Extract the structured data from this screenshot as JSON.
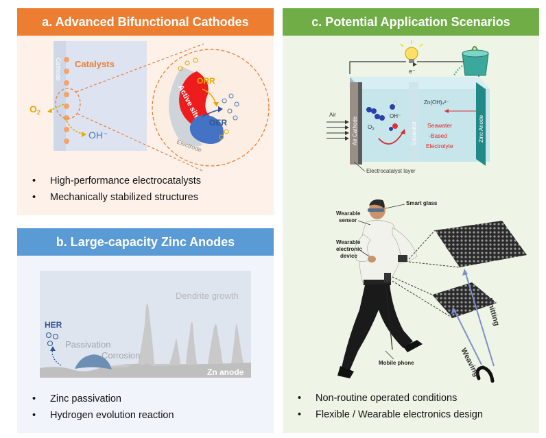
{
  "panel_a": {
    "title": "a. Advanced Bifunctional Cathodes",
    "labels": {
      "catalysts": "Catalysts",
      "cathode": "Cathode",
      "o2": "O",
      "o2_sub": "2",
      "ohminus": "OH⁻",
      "orr": "ORR",
      "oer": "OER",
      "active_sites": "Active sites",
      "electrode": "Electrode"
    },
    "bullets": [
      "High-performance electrocatalysts",
      "Mechanically stabilized structures"
    ],
    "colors": {
      "header": "#ed7d31",
      "background": "#fdf1ea",
      "catalyst_dot": "#f4a46a",
      "active_site": "#ff0000",
      "electrode": "#4472c4"
    }
  },
  "panel_b": {
    "title": "b. Large-capacity Zinc Anodes",
    "labels": {
      "her": "HER",
      "passivation": "Passivation",
      "corrosion": "Corrosion",
      "dendrite_growth": "Dendrite growth",
      "zn_anode": "Zn anode"
    },
    "bullets": [
      "Zinc passivation",
      "Hydrogen evolution reaction"
    ],
    "colors": {
      "header": "#5b9bd5",
      "background": "#f1f5fb",
      "anode": "#bfbfbf",
      "passivation_layer": "#6d8fb3"
    }
  },
  "panel_c": {
    "title": "c. Potential Application Scenarios",
    "battery_labels": {
      "electron": "e⁻",
      "air": "Air",
      "air_cathode": "Air Cathode",
      "o2": "O",
      "o2_sub": "2",
      "ohminus": "OH⁻",
      "separator": "Separator",
      "zincate": "Zn(OH)₄²⁻",
      "electrolyte_1": "Seawater",
      "electrolyte_2": "-Based",
      "electrolyte_3": "Electrolyte",
      "zinc_anode": "Zinc Anode",
      "electrocatalyst_layer": "Electrocatalyst layer"
    },
    "wearable_labels": {
      "smart_glass": "Smart glass",
      "wearable_sensor_1": "Wearable",
      "wearable_sensor_2": "sensor",
      "wearable_device_1": "Wearable",
      "wearable_device_2": "electronic",
      "wearable_device_3": "device",
      "mobile_phone": "Mobile phone",
      "knitting": "Knitting",
      "weaving": "Weaving"
    },
    "bullets": [
      "Non-routine operated conditions",
      "Flexible / Wearable electronics design"
    ],
    "colors": {
      "header": "#70ad47",
      "background": "#eef4e6",
      "battery_glass": "#bfe3ec",
      "zinc_anode": "#1f8a86",
      "electrolyte_text": "#e02020"
    }
  }
}
